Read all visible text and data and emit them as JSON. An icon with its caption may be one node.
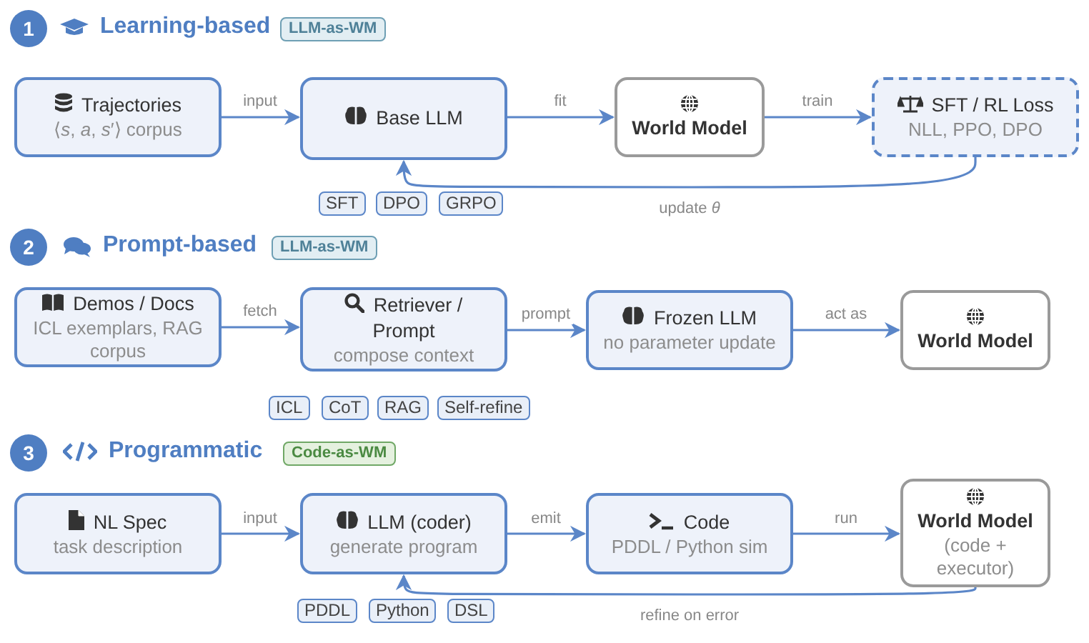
{
  "diagram": {
    "nodes": [
      {
        "text": [
          "Trajectories",
          "⟨*s*, *a*, *s*′⟩ corpus"
        ]
      },
      {
        "text": [
          "Base LLM"
        ]
      },
      {
        "text": [
          "World Model"
        ]
      },
      {
        "text": [
          "SFT / RL Loss",
          "NLL, PPO, DPO"
        ]
      },
      {
        "text": [
          "Demos / Docs",
          "ICL exemplars, RAG corpus"
        ]
      },
      {
        "text": [
          "Retriever / Prompt",
          "compose context"
        ]
      },
      {
        "text": [
          "Frozen LLM",
          "no parameter update"
        ]
      },
      {
        "text": [
          "World Model"
        ]
      },
      {
        "text": [
          "NL Spec",
          "task description"
        ]
      },
      {
        "text": [
          "LLM (coder)",
          "generate program"
        ]
      },
      {
        "text": [
          "Code",
          "PDDL / Python sim"
        ]
      },
      {
        "text": [
          "World Model",
          "(code + executor)"
        ]
      }
    ],
    "edges": [
      {
        "from": 0,
        "to": 1,
        "arrow": "to",
        "label": "input"
      },
      {
        "from": 1,
        "to": 2,
        "arrow": "to",
        "label": "fit"
      },
      {
        "from": 2,
        "to": 3,
        "arrow": "to",
        "label": "train"
      },
      {
        "from": 3,
        "to": 1,
        "arrow": "to",
        "label": "update *θ*"
      },
      {
        "from": 4,
        "to": 5,
        "arrow": "to",
        "label": "fetch"
      },
      {
        "from": 5,
        "to": 6,
        "arrow": "to",
        "label": "prompt"
      },
      {
        "from": 6,
        "to": 7,
        "arrow": "to",
        "label": "act as"
      },
      {
        "from": 8,
        "to": 9,
        "arrow": "to",
        "label": "input"
      },
      {
        "from": 9,
        "to": 10,
        "arrow": "to",
        "label": "emit"
      },
      {
        "from": 10,
        "to": 11,
        "arrow": "to",
        "label": "run"
      },
      {
        "from": 11,
        "to": 9,
        "arrow": "to",
        "label": "refine on error"
      }
    ],
    "labels": [
      "1",
      "Learning-based",
      "LLM-as-WM",
      "SFT",
      "DPO",
      "GRPO",
      "2",
      "Prompt-based",
      "LLM-as-WM",
      "ICL",
      "CoT",
      "RAG",
      "Self-refine",
      "3",
      "Programmatic",
      "Code-as-WM",
      "PDDL",
      "Python",
      "DSL"
    ]
  }
}
